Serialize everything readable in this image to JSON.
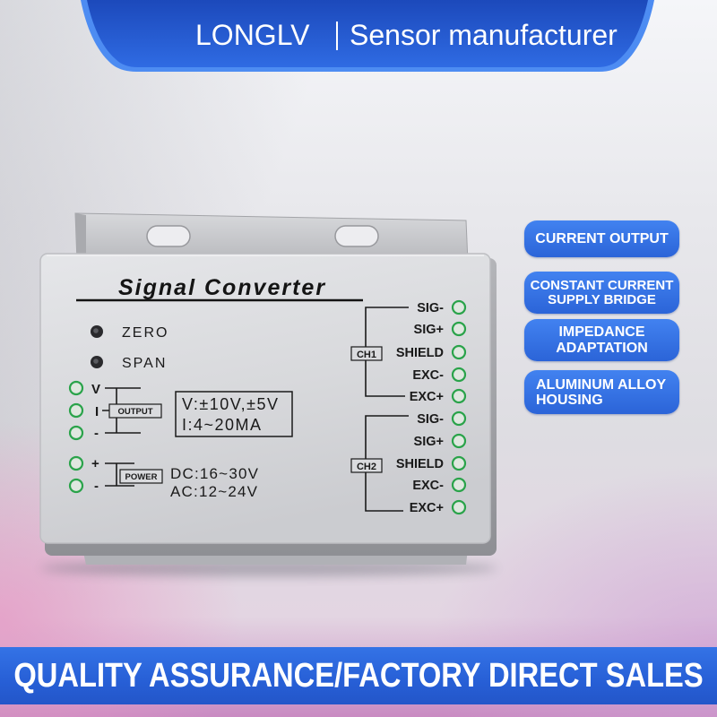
{
  "header": {
    "brand": "LONGLV",
    "tagline": "Sensor manufacturer"
  },
  "features": [
    {
      "lines": [
        "CURRENT OUTPUT"
      ]
    },
    {
      "lines": [
        "CONSTANT CURRENT",
        "SUPPLY BRIDGE"
      ]
    },
    {
      "lines": [
        "IMPEDANCE",
        "ADAPTATION"
      ]
    },
    {
      "lines": [
        "ALUMINUM ALLOY",
        "HOUSING"
      ]
    }
  ],
  "device": {
    "title": "Signal Converter",
    "adjusters": [
      {
        "label": "ZERO"
      },
      {
        "label": "SPAN"
      }
    ],
    "output": {
      "label": "OUTPUT",
      "terminals": [
        "V",
        "I",
        "-"
      ],
      "specs": [
        "V:±10V,±5V",
        "I:4~20MA"
      ]
    },
    "power": {
      "label": "POWER",
      "terminals": [
        "+",
        "-"
      ],
      "specs": [
        "DC:16~30V",
        "AC:12~24V"
      ]
    },
    "channels": [
      {
        "name": "CH1",
        "terminals": [
          "SIG-",
          "SIG+",
          "SHIELD",
          "EXC-",
          "EXC+"
        ]
      },
      {
        "name": "CH2",
        "terminals": [
          "SIG-",
          "SIG+",
          "SHIELD",
          "EXC-",
          "EXC+"
        ]
      }
    ]
  },
  "footer": {
    "slogan": "QUALITY ASSURANCE/FACTORY DIRECT SALES"
  },
  "colors": {
    "brand_blue": "#2b64d8",
    "terminal_green": "#2aa34a",
    "housing_silver": "#d8d9dc",
    "background_pink": "#c98bc2"
  }
}
